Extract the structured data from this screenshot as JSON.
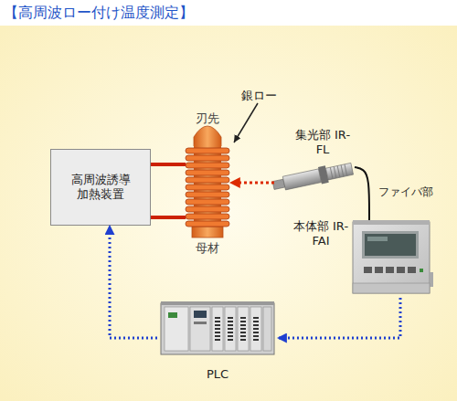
{
  "diagram": {
    "title": "【高周波ロー付け温度測定】",
    "nodes": [
      {
        "text": [
          "高周波誘導 加熱装置"
        ]
      },
      {
        "text": [
          "刃先",
          "母材"
        ]
      },
      {
        "text": [
          "集光部 IR-FL"
        ]
      },
      {
        "text": [
          "本体部 IR-FAI"
        ]
      },
      {
        "text": [
          "PLC"
        ]
      }
    ],
    "edges": [
      {
        "from": 0,
        "to": 1,
        "arrow": "none"
      },
      {
        "from": 2,
        "to": 1,
        "arrow": "to"
      },
      {
        "from": 2,
        "to": 3,
        "arrow": "none",
        "label": "ファイバ部"
      },
      {
        "from": 3,
        "to": 4,
        "arrow": "to"
      },
      {
        "from": 4,
        "to": 0,
        "arrow": "to"
      }
    ],
    "labels": [
      "銀ロー"
    ]
  }
}
